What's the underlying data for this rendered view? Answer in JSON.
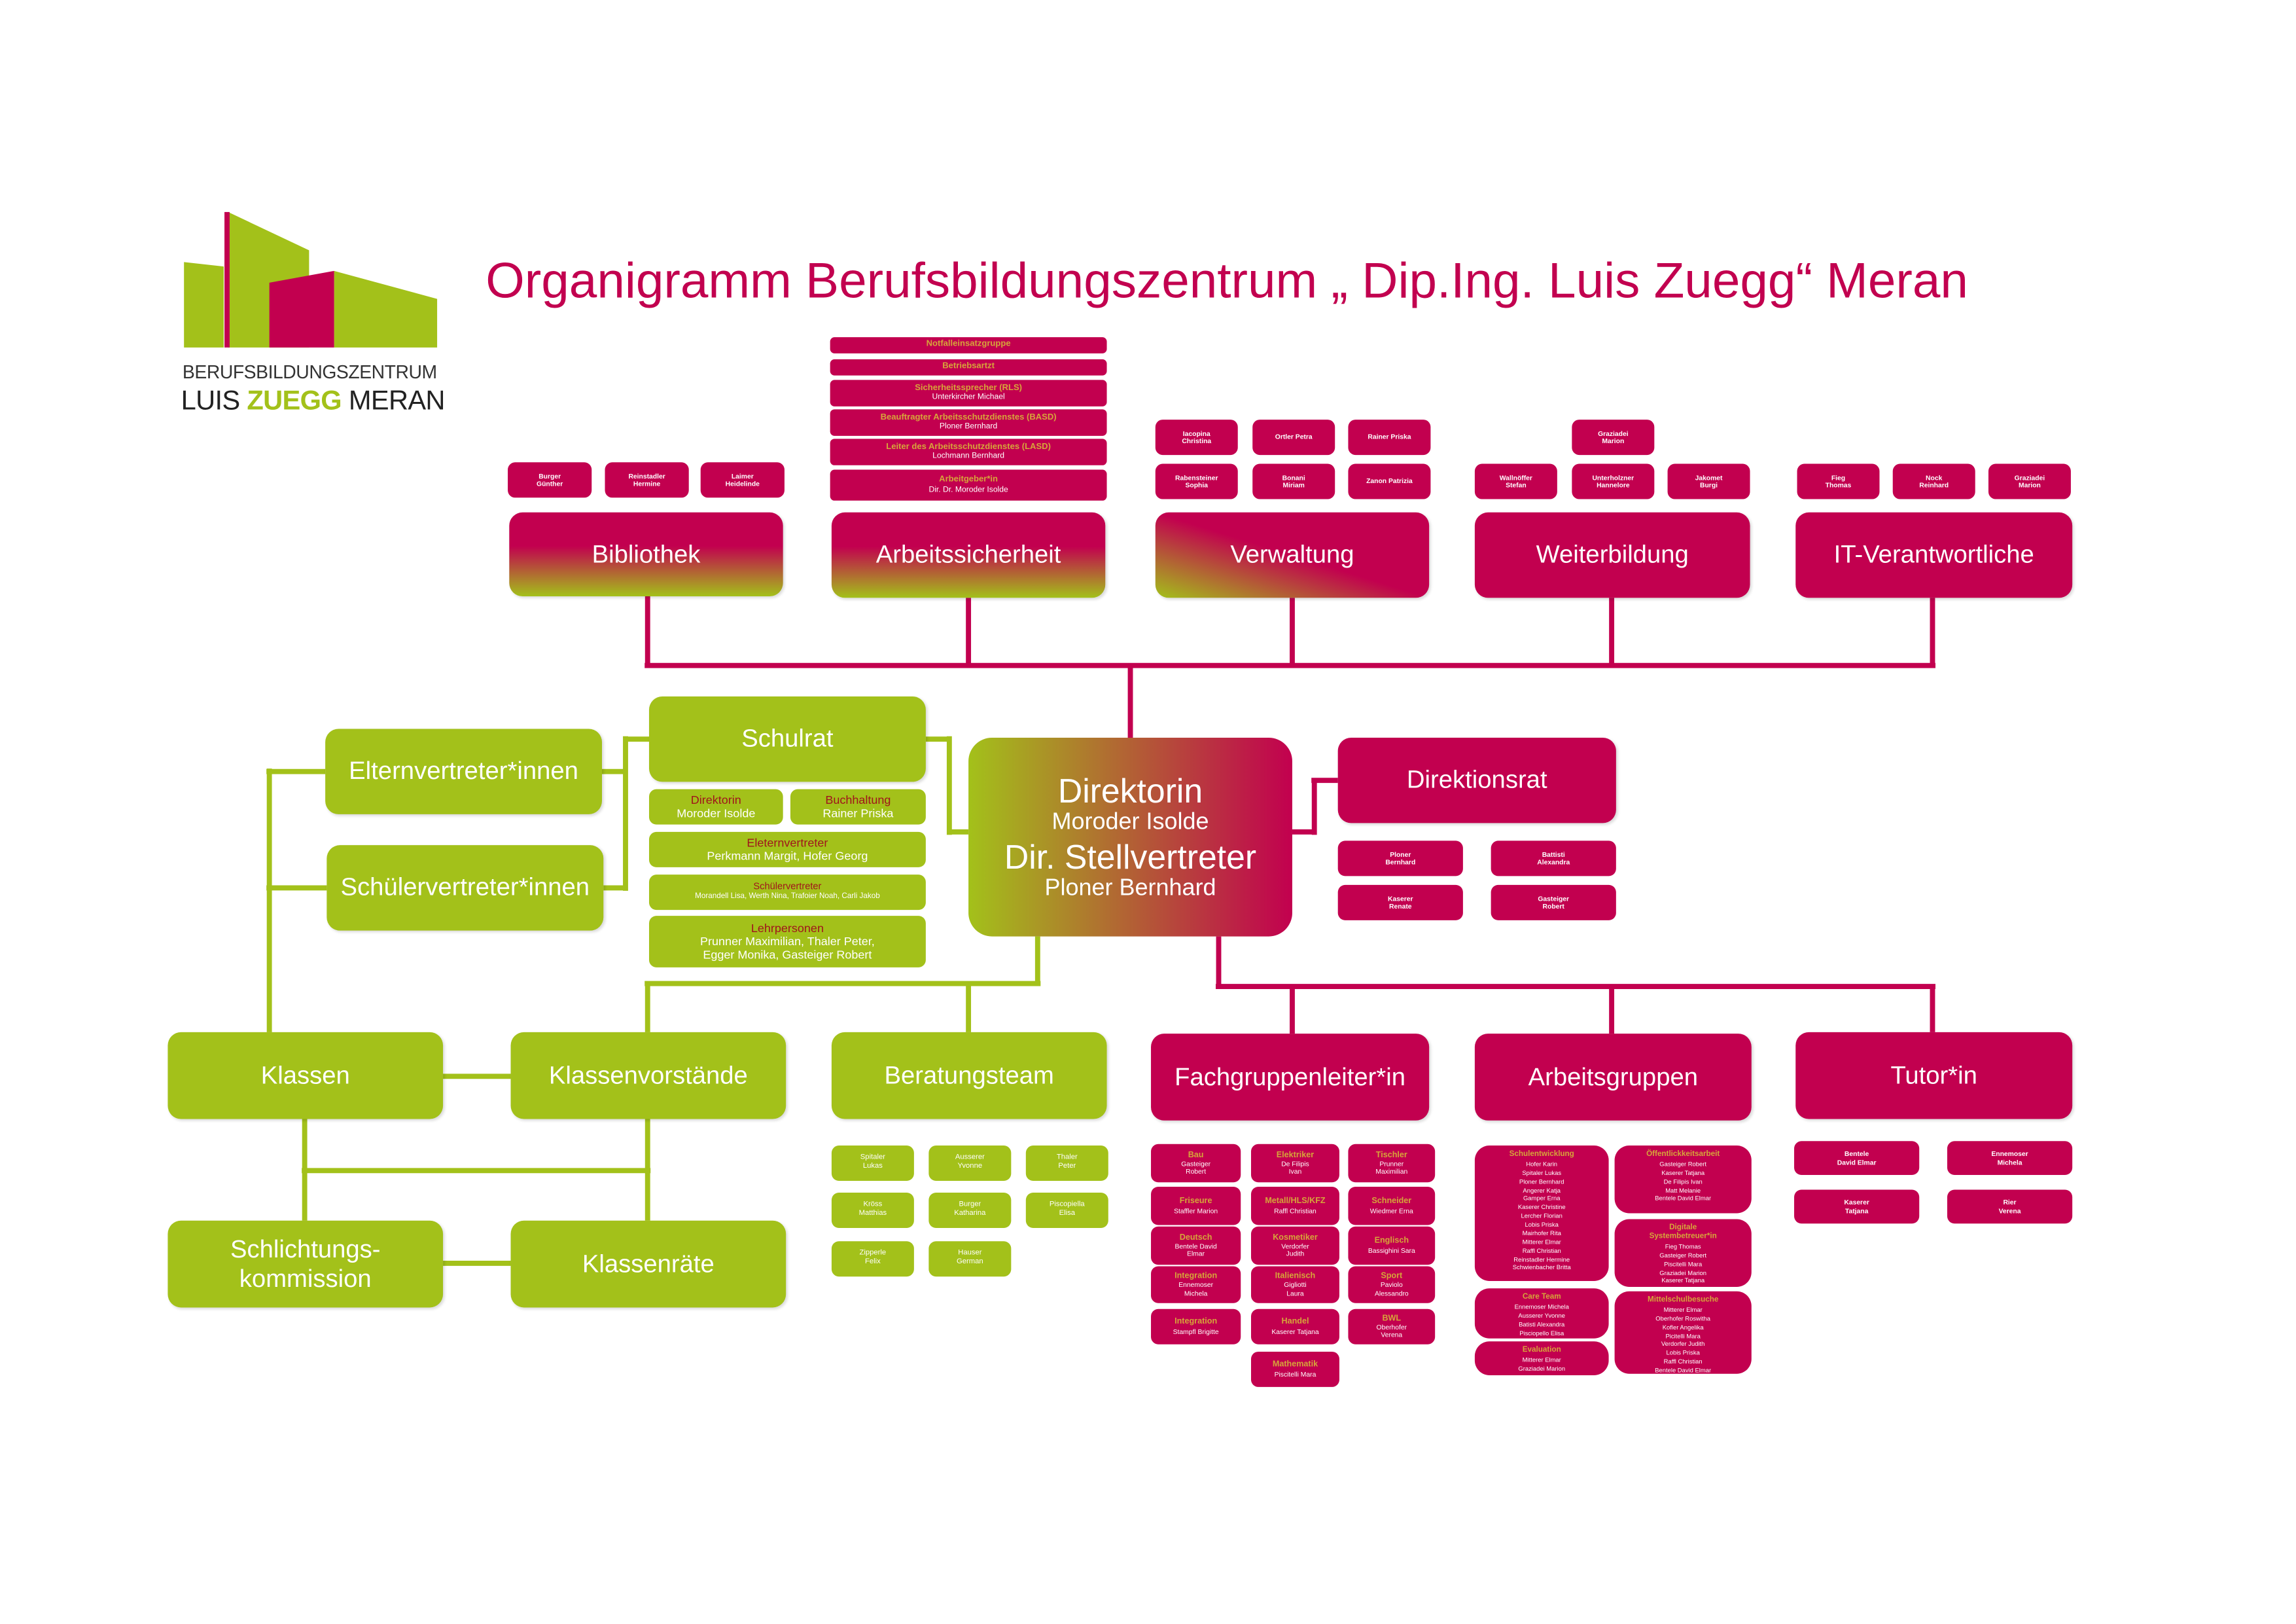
{
  "header": {
    "title": "Organigramm Berufsbildungszentrum „ Dip.Ing. Luis Zuegg“ Meran",
    "logo": {
      "line1": "BERUFSBILDUNGSZENTRUM",
      "line2_a": "LUIS ",
      "line2_b": "ZUEGG",
      "line2_c": " MERAN"
    }
  },
  "colors": {
    "magenta": "#c2004f",
    "green": "#a3c11a",
    "gold": "#d6a53a",
    "dark_red": "#a0151b"
  },
  "top_units": {
    "bibliothek": {
      "label": "Bibliothek",
      "members": [
        "Burger\nGünther",
        "Reinstadler\nHermine",
        "Laimer\nHeidelinde"
      ]
    },
    "arbeitssicherheit": {
      "label": "Arbeitssicherheit",
      "roles": [
        {
          "role": "Notfalleinsatzgruppe"
        },
        {
          "role": "Betriebsartzt"
        },
        {
          "role": "Sicherheitssprecher (RLS)",
          "person": "Unterkircher Michael"
        },
        {
          "role": "Beauftragter Arbeitsschutzdienstes (BASD)",
          "person": "Ploner Bernhard"
        },
        {
          "role": "Leiter des Arbeitsschutzdienstes (LASD)",
          "person": "Lochmann Bernhard"
        },
        {
          "role": "Arbeitgeber*in",
          "person": "Dir. Dr. Moroder Isolde"
        }
      ]
    },
    "verwaltung": {
      "label": "Verwaltung",
      "members": [
        "Iacopina\nChristina",
        "Ortler Petra",
        "Rainer Priska",
        "Rabensteiner\nSophia",
        "Bonani\nMiriam",
        "Zanon Patrizia"
      ]
    },
    "weiterbildung": {
      "label": "Weiterbildung",
      "members": [
        "Graziadei\nMarion",
        "Wallnöffer\nStefan",
        "Unterholzner\nHannelore",
        "Jakomet\nBurgi"
      ]
    },
    "it": {
      "label": "IT-Verantwortliche",
      "members": [
        "Fieg\nThomas",
        "Nock\nReinhard",
        "Graziadei\nMarion"
      ]
    }
  },
  "direktion": {
    "title": "Direktorin",
    "name": "Moroder Isolde",
    "deputy_title": "Dir. Stellvertreter",
    "deputy_name": "Ploner Bernhard"
  },
  "direktionsrat": {
    "label": "Direktionsrat",
    "members": [
      "Ploner\nBernhard",
      "Battisti\nAlexandra",
      "Kaserer\nRenate",
      "Gasteiger\nRobert"
    ]
  },
  "schulrat": {
    "label": "Schulrat",
    "groups": [
      {
        "role": "Direktorin",
        "person": "Moroder Isolde"
      },
      {
        "role": "Buchhaltung",
        "person": "Rainer Priska"
      },
      {
        "role": "Eleternvertreter",
        "person": "Perkmann Margit, Hofer Georg"
      },
      {
        "role": "Schülervertreter",
        "person": "Morandell Lisa, Werth Nina, Trafoier Noah, Carli Jakob"
      },
      {
        "role": "Lehrpersonen",
        "person": "Prunner Maximilian, Thaler Peter,\nEgger Monika, Gasteiger Robert"
      }
    ]
  },
  "left": {
    "elternvertreter": "Elternvertreter*innen",
    "schuelervertreter": "Schülervertreter*innen",
    "klassen": "Klassen",
    "klassenvorstaende": "Klassenvorstände",
    "schlichtung": "Schlichtungs-\nkommission",
    "klassenraete": "Klassenräte"
  },
  "beratungsteam": {
    "label": "Beratungsteam",
    "members": [
      "Spitaler\nLukas",
      "Ausserer\nYvonne",
      "Thaler\nPeter",
      "Kröss\nMatthias",
      "Burger\nKatharina",
      "Piscopiella\nElisa",
      "Zipperle\nFelix",
      "Hauser\nGerman"
    ]
  },
  "fachgruppen": {
    "label": "Fachgruppenleiter*in",
    "groups": [
      {
        "role": "Bau",
        "person": "Gasteiger\nRobert"
      },
      {
        "role": "Elektriker",
        "person": "De Filipis\nIvan"
      },
      {
        "role": "Tischler",
        "person": "Prunner\nMaximilian"
      },
      {
        "role": "Friseure",
        "person": "Staffler Marion"
      },
      {
        "role": "Metall/HLS/KFZ",
        "person": "Raffl Christian"
      },
      {
        "role": "Schneider",
        "person": "Wiedmer Erna"
      },
      {
        "role": "Deutsch",
        "person": "Bentele David\nElmar"
      },
      {
        "role": "Kosmetiker",
        "person": "Verdorfer\nJudith"
      },
      {
        "role": "Englisch",
        "person": "Bassighini Sara"
      },
      {
        "role": "Integration",
        "person": "Ennemoser\nMichela"
      },
      {
        "role": "Italienisch",
        "person": "Gigliotti\nLaura"
      },
      {
        "role": "Sport",
        "person": "Paviolo\nAlessandro"
      },
      {
        "role": "Integration",
        "person": "Stampfl Brigitte"
      },
      {
        "role": "Handel",
        "person": "Kaserer Tatjana"
      },
      {
        "role": "BWL",
        "person": "Oberhofer\nVerena"
      },
      {
        "role": "Mathematik",
        "person": "Piscitelli Mara"
      }
    ]
  },
  "arbeitsgruppen": {
    "label": "Arbeitsgruppen",
    "groups": [
      {
        "role": "Schulentwicklung",
        "person": "Hofer Karin\nSpitaler Lukas\nPloner Bernhard\nAngerer Katja\nGamper Erna\nKaserer Christine\nLercher Florian\nLobis Priska\nMairhofer Rita\nMitterer Elmar\nRaffl Christian\nReinstadler Hermine\nSchwienbacher Britta"
      },
      {
        "role": "Öffentlickkeitsarbeit",
        "person": "Gasteiger Robert\nKaserer Tatjana\nDe Filipis Ivan\nMatt Melanie\nBentele David Elmar"
      },
      {
        "role": "Digitale\nSystembetreuer*in",
        "person": "Fieg Thomas\nGasteiger Robert\nPiscitelli Mara\nGraziadei Marion\nKaserer Tatjana"
      },
      {
        "role": "Care Team",
        "person": "Ennemoser Michela\nAusserer Yvonne\nBatisti Alexandra\nPisciopello Elisa"
      },
      {
        "role": "Evaluation",
        "person": "Mitterer Elmar\nGraziadei Marion"
      },
      {
        "role": "Mittelschulbesuche",
        "person": "Mitterer Elmar\nOberhofer Roswitha\nKofler Angelika\nPicitelli Mara\nVerdorfer Judith\nLobis Priska\nRaffl Christian\nBentele David Elmar"
      }
    ]
  },
  "tutor": {
    "label": "Tutor*in",
    "members": [
      "Bentele\nDavid Elmar",
      "Ennemoser\nMichela",
      "Kaserer\nTatjana",
      "Rier\nVerena"
    ]
  }
}
